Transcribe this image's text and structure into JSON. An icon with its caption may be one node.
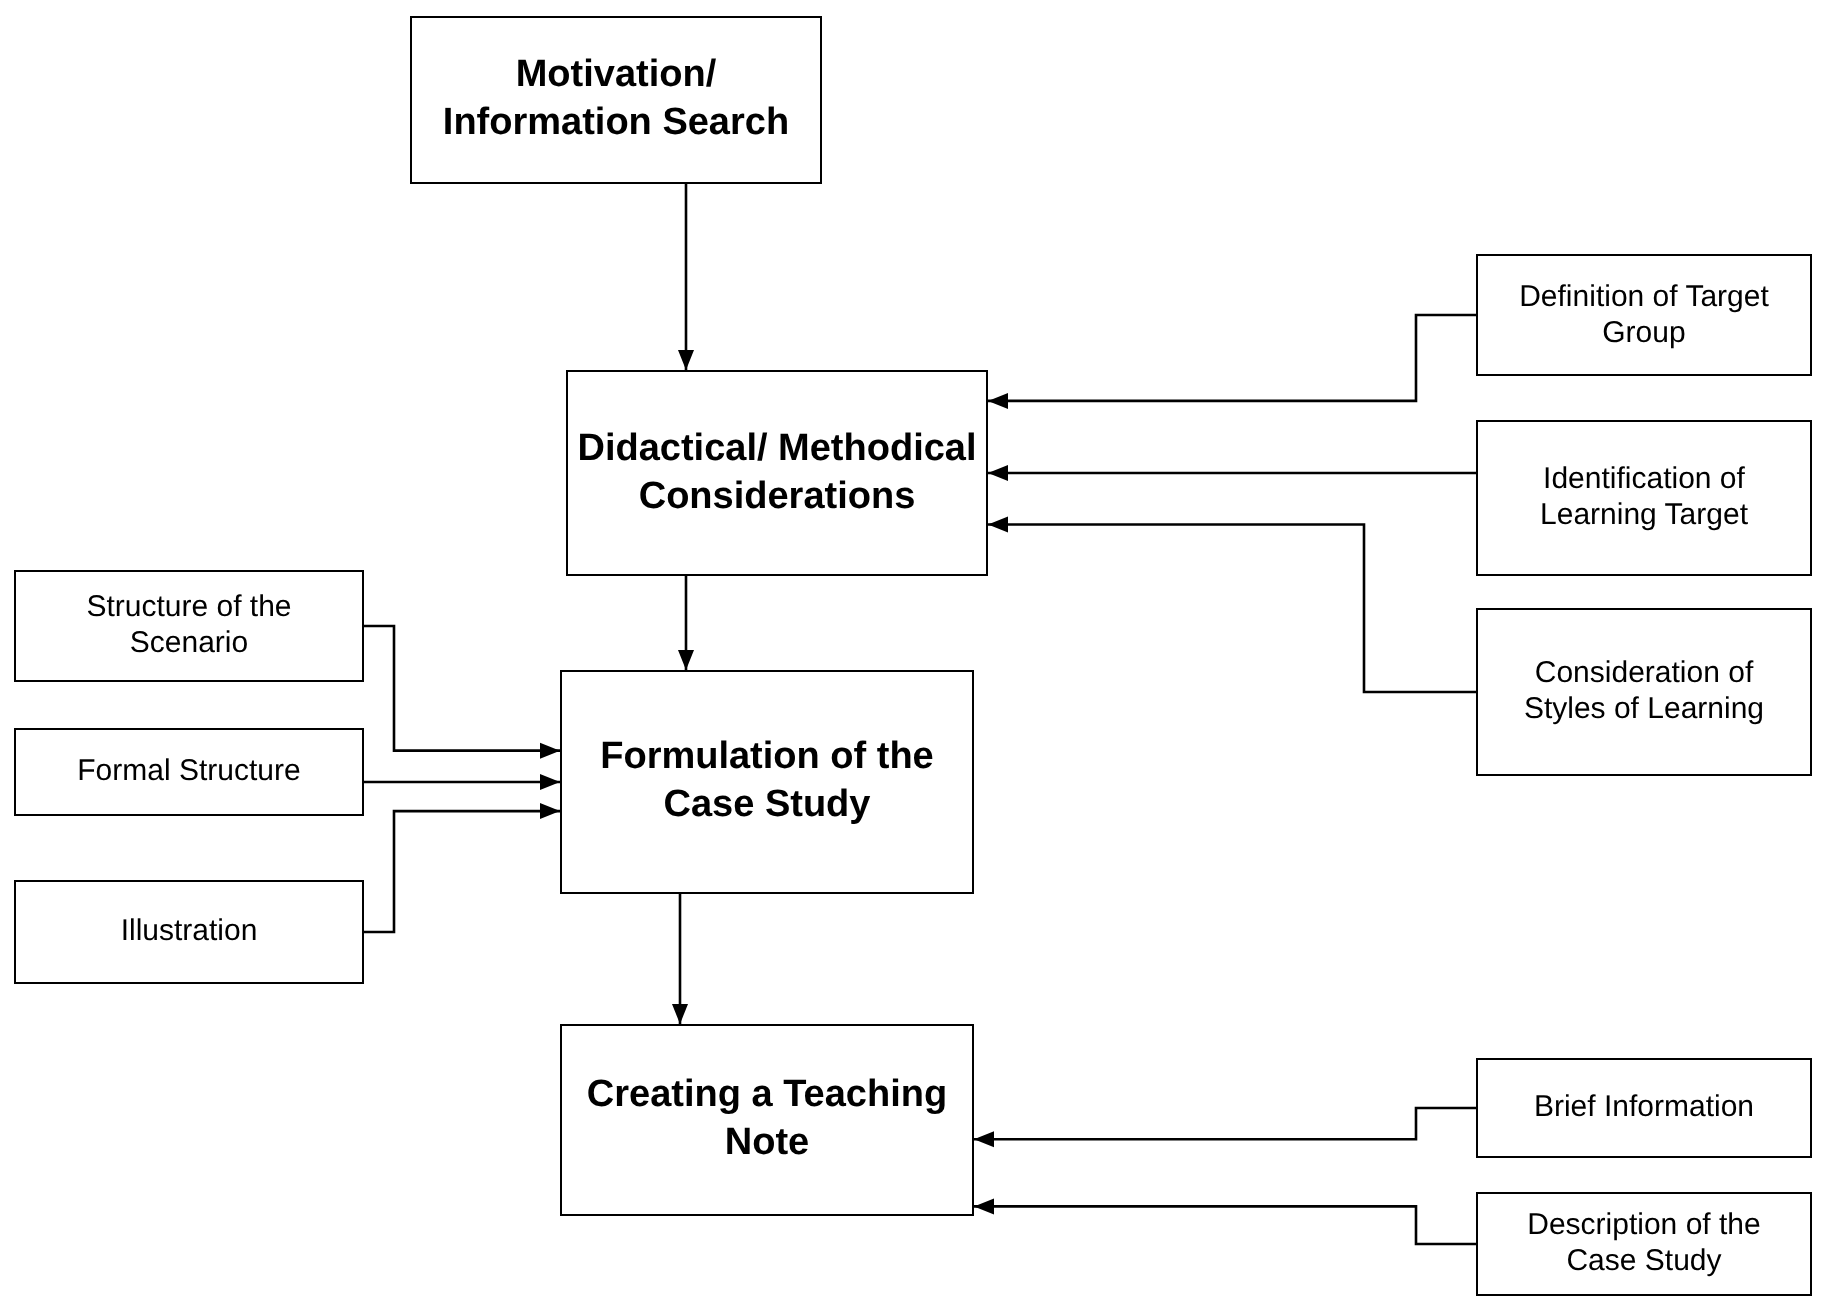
{
  "diagram": {
    "nodes": [
      {
        "text": [
          "Motivation/ Information Search"
        ]
      },
      {
        "text": [
          "Didactical/ Methodical Considerations"
        ]
      },
      {
        "text": [
          "Formulation of the Case Study"
        ]
      },
      {
        "text": [
          "Creating a Teaching Note"
        ]
      },
      {
        "text": [
          "Definition of Target Group"
        ]
      },
      {
        "text": [
          "Identification of Learning Target"
        ]
      },
      {
        "text": [
          "Consideration of Styles of Learning"
        ]
      },
      {
        "text": [
          "Structure of the Scenario"
        ]
      },
      {
        "text": [
          "Formal Structure"
        ]
      },
      {
        "text": [
          "Illustration"
        ]
      },
      {
        "text": [
          "Brief Information"
        ]
      },
      {
        "text": [
          "Description of the Case Study"
        ]
      }
    ],
    "edges": [
      {
        "from": 0,
        "to": 1,
        "arrow": "to"
      },
      {
        "from": 4,
        "to": 1,
        "arrow": "to"
      },
      {
        "from": 5,
        "to": 1,
        "arrow": "to"
      },
      {
        "from": 6,
        "to": 1,
        "arrow": "to"
      },
      {
        "from": 1,
        "to": 2,
        "arrow": "to"
      },
      {
        "from": 7,
        "to": 2,
        "arrow": "to"
      },
      {
        "from": 8,
        "to": 2,
        "arrow": "to"
      },
      {
        "from": 9,
        "to": 2,
        "arrow": "to"
      },
      {
        "from": 2,
        "to": 3,
        "arrow": "to"
      },
      {
        "from": 10,
        "to": 3,
        "arrow": "to"
      },
      {
        "from": 11,
        "to": 3,
        "arrow": "to"
      }
    ]
  }
}
